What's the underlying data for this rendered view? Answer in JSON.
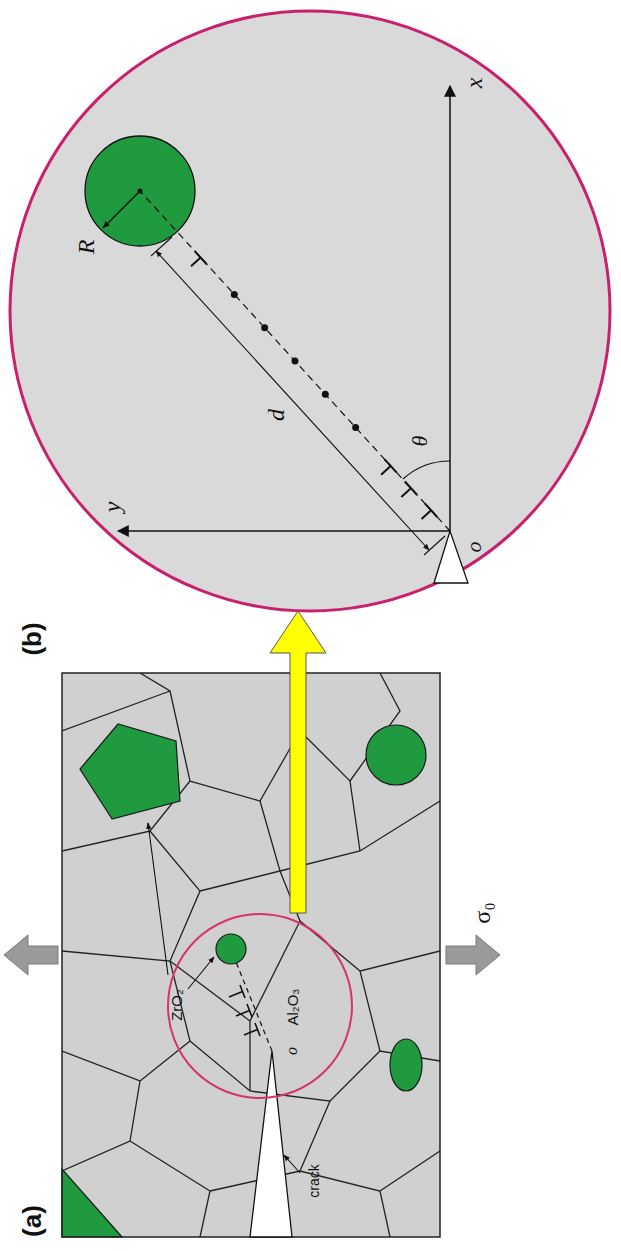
{
  "diagram": {
    "labels": [
      "(a)",
      "(b)",
      "σ₀",
      "ZrO₂",
      "Al₂O₃",
      "o",
      "crack",
      "R",
      "d",
      "θ",
      "x",
      "y",
      "o"
    ]
  }
}
